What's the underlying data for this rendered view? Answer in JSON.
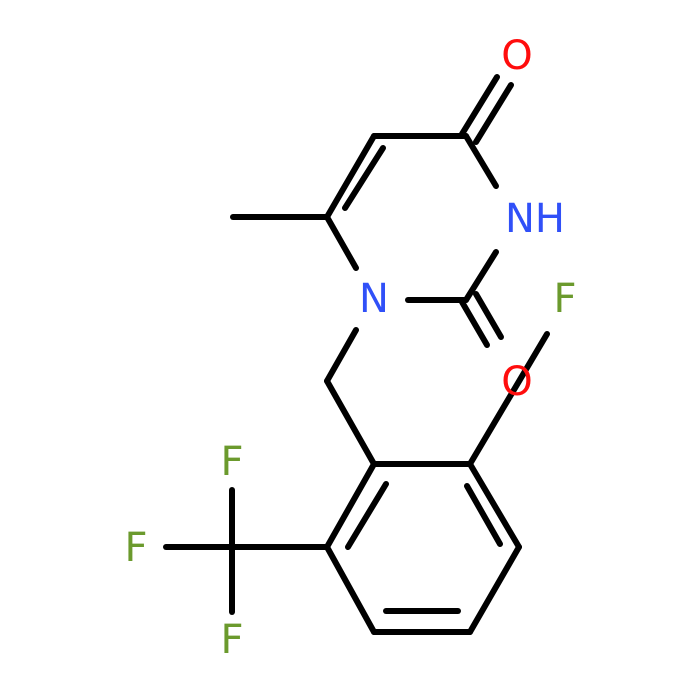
{
  "colors": {
    "background": "#ffffff",
    "bond": "#000000",
    "O": "#ff0d0d",
    "N": "#3050f8",
    "F": "#6b9a2d"
  },
  "atoms": {
    "o4": {
      "label": "O",
      "element": "O"
    },
    "n3": {
      "label": "NH",
      "element": "N"
    },
    "n1": {
      "label": "N",
      "element": "N"
    },
    "o2": {
      "label": "O",
      "element": "O"
    },
    "f_ring": {
      "label": "F",
      "element": "F"
    },
    "f_cf3_top": {
      "label": "F",
      "element": "F"
    },
    "f_cf3_left": {
      "label": "F",
      "element": "F"
    },
    "f_cf3_bottom": {
      "label": "F",
      "element": "F"
    }
  }
}
